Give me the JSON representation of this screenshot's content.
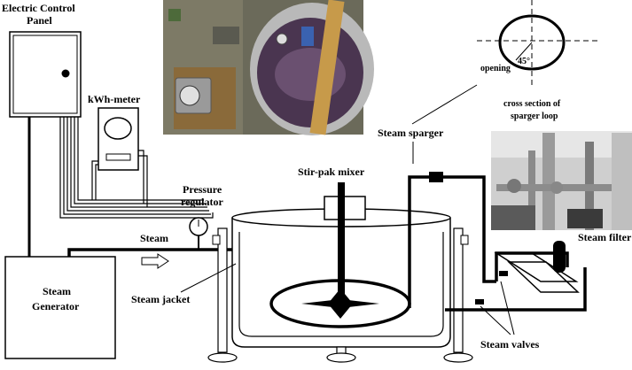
{
  "labels": {
    "control_panel_line1": "Electric Control",
    "control_panel_line2": "Panel",
    "kwh_meter": "kWh-meter",
    "pressure_regulator_line1": "Pressure",
    "pressure_regulator_line2": "regulator",
    "steam": "Steam",
    "steam_generator_line1": "Steam",
    "steam_generator_line2": "Generator",
    "steam_jacket": "Steam jacket",
    "stir_pak_mixer": "Stir-pak mixer",
    "steam_sparger": "Steam sparger",
    "cross_section_line1": "cross section of",
    "cross_section_line2": "sparger loop",
    "opening": "opening",
    "angle": "45°",
    "steam_filter": "Steam filter",
    "steam_valves": "Steam valves"
  },
  "photos": {
    "top_photo_desc": "",
    "right_photo_desc": ""
  }
}
